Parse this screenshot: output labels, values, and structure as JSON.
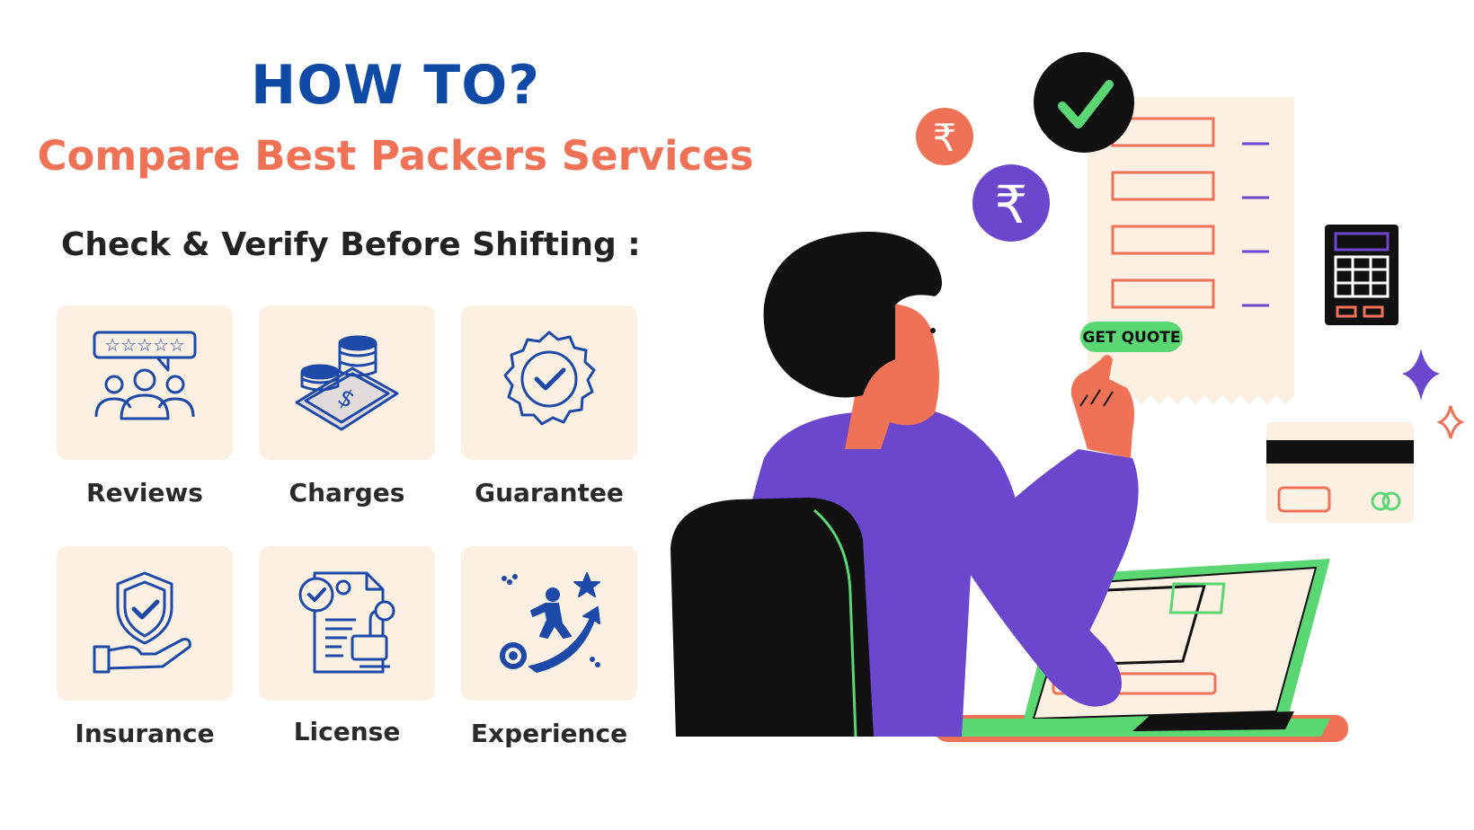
{
  "header": {
    "title": "HOW TO?",
    "subtitle": "Compare Best Packers Services",
    "tagline": "Check & Verify Before Shifting :"
  },
  "features": [
    {
      "label": "Reviews",
      "icon": "reviews-icon"
    },
    {
      "label": "Charges",
      "icon": "charges-icon"
    },
    {
      "label": "Guarantee",
      "icon": "guarantee-badge-icon"
    },
    {
      "label": "Insurance",
      "icon": "insurance-shield-icon"
    },
    {
      "label": "License",
      "icon": "license-document-icon"
    },
    {
      "label": "Experience",
      "icon": "experience-climb-icon"
    }
  ],
  "illustration": {
    "quote_button": "GET QUOTE",
    "currency_symbol": "₹"
  },
  "colors": {
    "title_blue": "#0f4ba6",
    "accent_orange": "#ef7256",
    "card_bg": "#fcf0e3",
    "hoodie_purple": "#6a47cc",
    "success_green": "#5ad672"
  }
}
